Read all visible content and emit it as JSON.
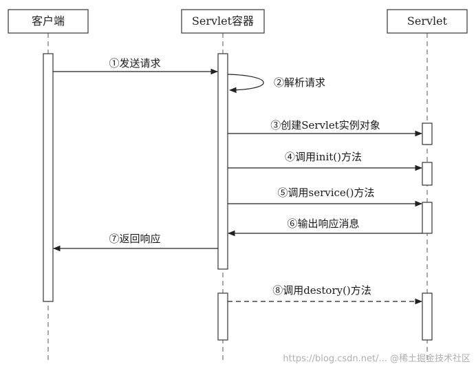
{
  "participants": [
    {
      "id": "client",
      "label": "客户端"
    },
    {
      "id": "container",
      "label": "Servlet容器"
    },
    {
      "id": "servlet",
      "label": "Servlet"
    }
  ],
  "messages": [
    {
      "label": "①发送请求",
      "from": "client",
      "to": "container",
      "style": "solid"
    },
    {
      "label": "②解析请求",
      "from": "container",
      "to": "container",
      "style": "self"
    },
    {
      "label": "③创建Servlet实例对象",
      "from": "container",
      "to": "servlet",
      "style": "solid"
    },
    {
      "label": "④调用init()方法",
      "from": "container",
      "to": "servlet",
      "style": "solid"
    },
    {
      "label": "⑤调用service()方法",
      "from": "container",
      "to": "servlet",
      "style": "solid"
    },
    {
      "label": "⑥输出响应消息",
      "from": "servlet",
      "to": "container",
      "style": "solid"
    },
    {
      "label": "⑦返回响应",
      "from": "container",
      "to": "client",
      "style": "solid"
    },
    {
      "label": "⑧调用destory()方法",
      "from": "container",
      "to": "servlet",
      "style": "dashed"
    }
  ],
  "watermark": "https://blog.csdn.net/... @稀土掘金技术社区"
}
